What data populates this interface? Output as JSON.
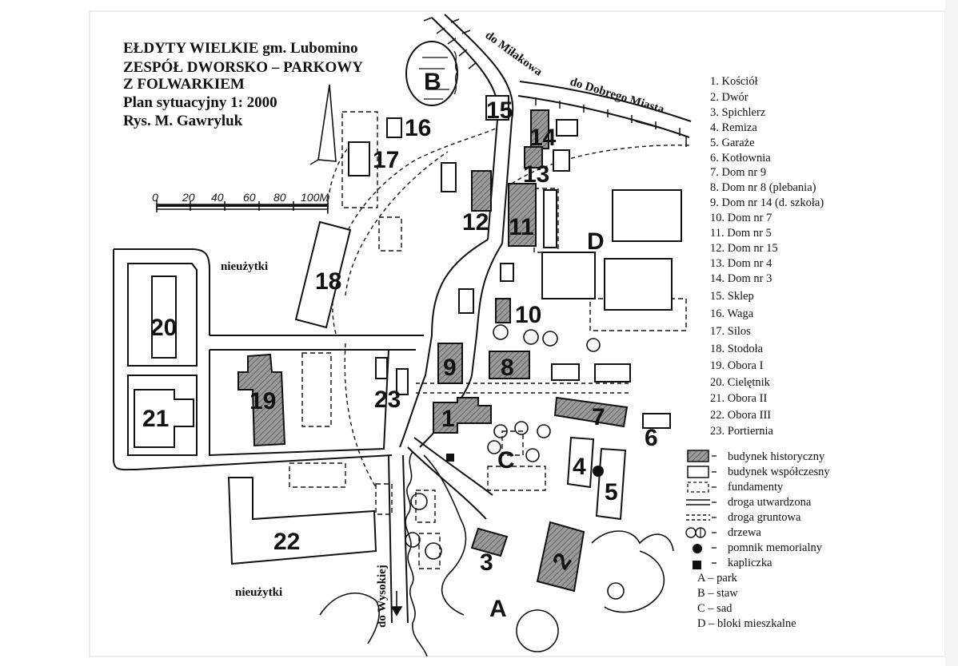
{
  "title_block": {
    "line1": "EŁDYTY WIELKIE gm. Lubomino",
    "line2": "ZESPÓŁ DWORSKO – PARKOWY",
    "line3": "Z FOLWARKIEM",
    "line4": "Plan sytuacyjny 1: 2000",
    "line5": "Rys. M. Gawryluk"
  },
  "scale_bar": {
    "ticks": [
      "0",
      "20",
      "40",
      "60",
      "80",
      "100M"
    ]
  },
  "road_labels": {
    "milakowo": "do Miłakowa",
    "dobre_miasto": "do Dobrego Miasta",
    "wysoka": "do Wysokiej"
  },
  "land_labels": {
    "wasteland_top": "nieużytki",
    "wasteland_bottom": "nieużytki"
  },
  "area_letters": {
    "A": "A",
    "B": "B",
    "C": "C",
    "D": "D"
  },
  "building_numbers": [
    "1",
    "2",
    "3",
    "4",
    "5",
    "6",
    "7",
    "8",
    "9",
    "10",
    "11",
    "12",
    "13",
    "14",
    "15",
    "16",
    "17",
    "18",
    "19",
    "20",
    "21",
    "22",
    "23"
  ],
  "buildings_list": [
    "1. Kościół",
    "2. Dwór",
    "3. Spichlerz",
    "4. Remiza",
    "5. Garaże",
    "6. Kotłownia",
    "7. Dom nr 9",
    "8. Dom nr 8 (plebania)",
    "9. Dom nr 14 (d. szkoła)",
    "10. Dom nr 7",
    "11. Dom nr 5",
    "12. Dom nr 15",
    "13. Dom nr 4",
    "14. Dom nr 3",
    "15. Sklep",
    "16. Waga",
    "17. Silos",
    "18. Stodoła",
    "19. Obora I",
    "20. Cielętnik",
    "21. Obora II",
    "22. Obora III",
    "23. Portiernia"
  ],
  "symbol_legend": [
    {
      "symbol": "historic-building",
      "label": "budynek historyczny"
    },
    {
      "symbol": "modern-building",
      "label": "budynek współczesny"
    },
    {
      "symbol": "foundations",
      "label": "fundamenty"
    },
    {
      "symbol": "paved-road",
      "label": "droga utwardzona"
    },
    {
      "symbol": "dirt-road",
      "label": "droga gruntowa"
    },
    {
      "symbol": "trees",
      "label": "drzewa"
    },
    {
      "symbol": "memorial",
      "label": "pomnik memorialny"
    },
    {
      "symbol": "chapel",
      "label": "kapliczka"
    }
  ],
  "area_legend": [
    "A – park",
    "B – staw",
    "C – sad",
    "D – bloki mieszkalne"
  ],
  "colors": {
    "paper": "#ffffff",
    "ink": "#111111",
    "historic_fill": "#8c8c8c"
  }
}
